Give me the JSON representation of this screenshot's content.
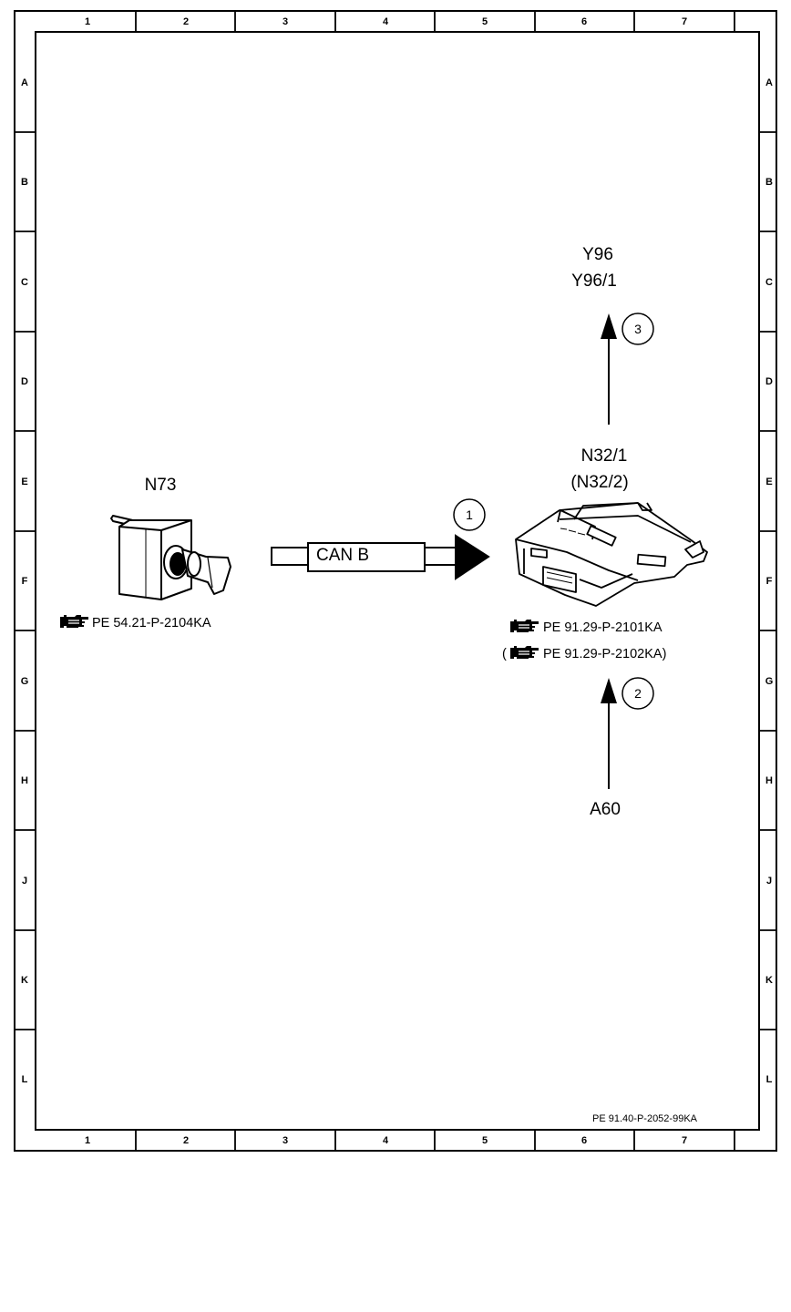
{
  "grid": {
    "columns": [
      "1",
      "2",
      "3",
      "4",
      "5",
      "6",
      "7"
    ],
    "rows": [
      "A",
      "B",
      "C",
      "D",
      "E",
      "F",
      "G",
      "H",
      "J",
      "K",
      "L"
    ]
  },
  "components": {
    "ignition_switch": {
      "code": "N73",
      "reference": "PE 54.21-P-2104KA"
    },
    "control_unit": {
      "code": "N32/1",
      "code_alt": "(N32/2)",
      "reference": "PE 91.29-P-2101KA",
      "reference_alt_open": "(",
      "reference_alt": "PE 91.29-P-2102KA)"
    }
  },
  "bus": {
    "label": "CAN B"
  },
  "callouts": {
    "c1": "1",
    "c2": "2",
    "c3": "3"
  },
  "outputs": {
    "line1": "Y96",
    "line2": "Y96/1"
  },
  "inputs": {
    "line1": "A60"
  },
  "footer": {
    "document_id": "PE 91.40-P-2052-99KA"
  },
  "icons": {
    "reference": "pointing-hand-icon"
  }
}
